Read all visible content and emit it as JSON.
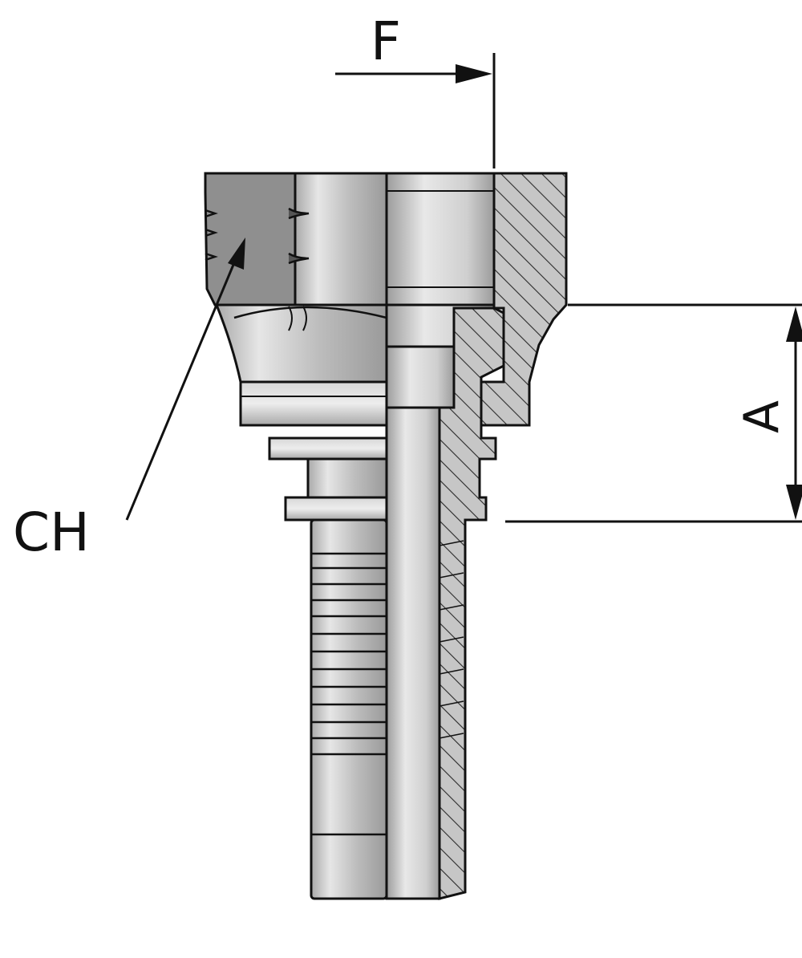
{
  "drawing": {
    "labels": {
      "f": "F",
      "ch": "CH",
      "a": "A"
    },
    "colors": {
      "outline": "#111111",
      "metal_light": "#d9d9d9",
      "metal_mid": "#b4b4b4",
      "metal_dark": "#8a8a8a",
      "hatch_bg": "#c9c9c9",
      "hatch_line": "#2a2a2a"
    }
  }
}
